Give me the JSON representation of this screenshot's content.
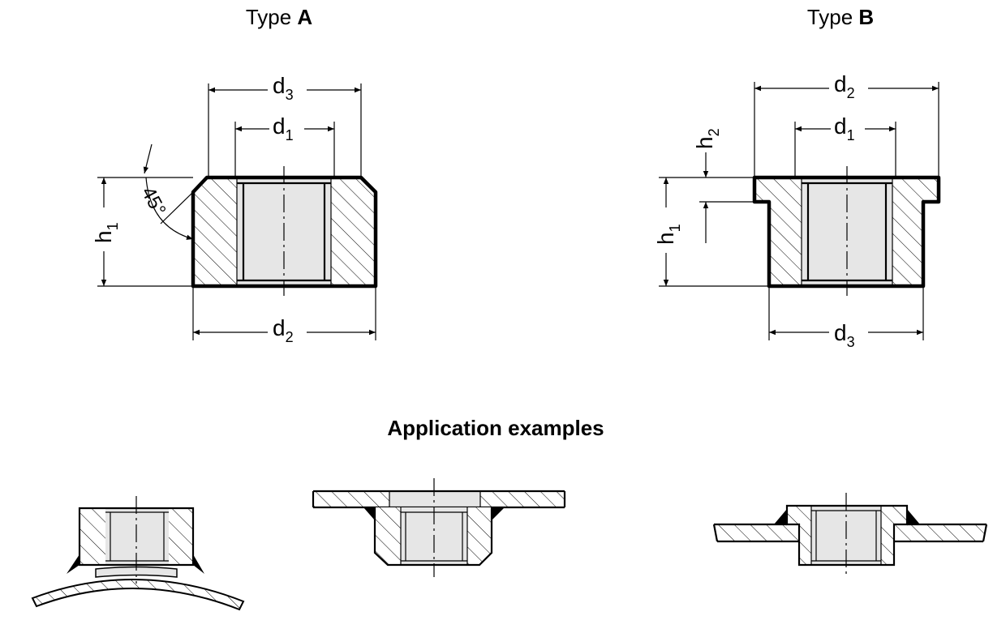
{
  "titles": {
    "type_a_prefix": "Type ",
    "type_a_letter": "A",
    "type_b_prefix": "Type ",
    "type_b_letter": "B",
    "applications": "Application examples"
  },
  "type_a": {
    "d3": {
      "letter": "d",
      "sub": "3"
    },
    "d1": {
      "letter": "d",
      "sub": "1"
    },
    "d2": {
      "letter": "d",
      "sub": "2"
    },
    "h1": {
      "letter": "h",
      "sub": "1"
    },
    "angle": "45°"
  },
  "type_b": {
    "d2": {
      "letter": "d",
      "sub": "2"
    },
    "d1": {
      "letter": "d",
      "sub": "1"
    },
    "d3": {
      "letter": "d",
      "sub": "3"
    },
    "h1": {
      "letter": "h",
      "sub": "1"
    },
    "h2": {
      "letter": "h",
      "sub": "2"
    }
  }
}
